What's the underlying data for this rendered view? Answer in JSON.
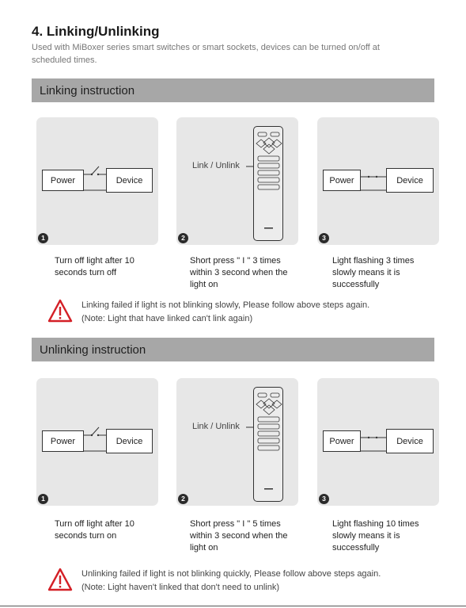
{
  "header": {
    "title": "4. Linking/Unlinking",
    "subtitle": "Used with MiBoxer series smart switches or smart sockets, devices can be turned on/off at scheduled times."
  },
  "linking": {
    "heading": "Linking instruction",
    "panel1": {
      "power": "Power",
      "device": "Device",
      "num": "1"
    },
    "panel2": {
      "label": "Link / Unlink",
      "num": "2"
    },
    "panel3": {
      "power": "Power",
      "device": "Device",
      "num": "3"
    },
    "captions": [
      "Turn off light after 10 seconds turn off",
      "Short press \" I \" 3 times within 3 second when the light on",
      "Light flashing 3 times slowly means it is successfully"
    ],
    "note_line1": "Linking failed if light is not blinking slowly, Please follow above steps again.",
    "note_line2": "(Note: Light that have linked can't link again)"
  },
  "unlinking": {
    "heading": "Unlinking instruction",
    "panel1": {
      "power": "Power",
      "device": "Device",
      "num": "1"
    },
    "panel2": {
      "label": "Link / Unlink",
      "num": "2"
    },
    "panel3": {
      "power": "Power",
      "device": "Device",
      "num": "3"
    },
    "captions": [
      "Turn off light after 10 seconds turn on",
      "Short press \" I \" 5 times within 3 second when the light on",
      "Light flashing 10 times slowly means it is successfully"
    ],
    "note_line1": "Unlinking failed if light is not blinking quickly, Please follow above steps again.",
    "note_line2": "(Note: Light haven't linked that don't need to unlink)"
  },
  "icons": {
    "warning": "warning-triangle-icon",
    "remote": "remote-control-icon",
    "switch": "open-switch-icon"
  },
  "colors": {
    "section_bar": "#a7a7a7",
    "panel_bg": "#e7e7e7",
    "warning_red": "#d42027"
  }
}
